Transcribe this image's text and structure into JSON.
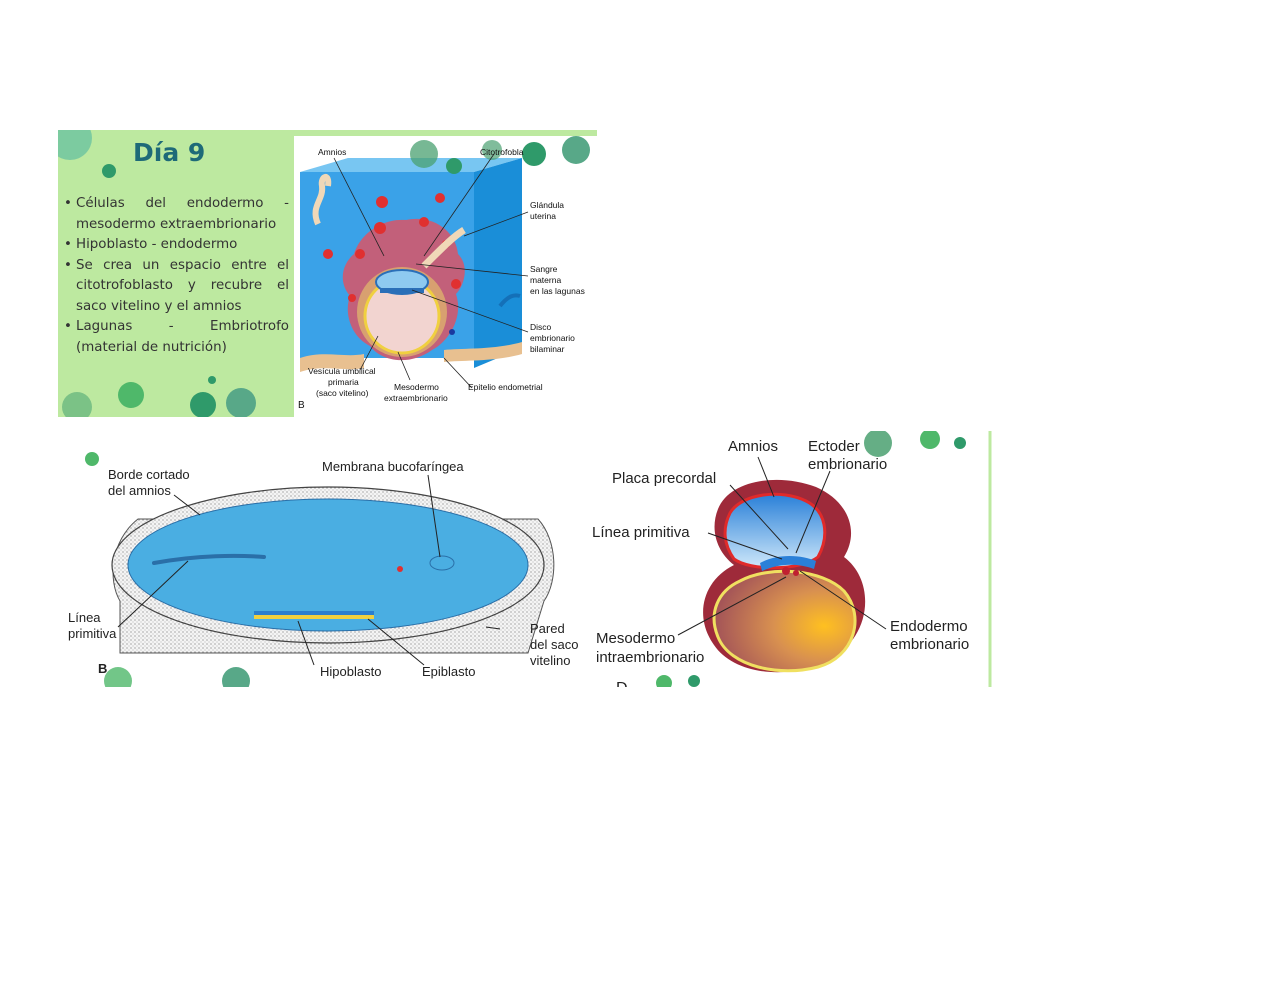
{
  "slide_top": {
    "title": "Día 9",
    "bullets": [
      "Células del endodermo - mesodermo extraembrionario",
      "Hipoblasto - endodermo",
      "Se crea un espacio entre el citotrofoblasto y recubre el saco vitelino y el amnios",
      "Lagunas - Embriotrofo (material de nutrición)"
    ],
    "figure": {
      "panel_letter": "B",
      "labels": {
        "amnios": "Amnios",
        "citotrofoblasto": "Citotrofobla",
        "glandula_1": "Glándula",
        "glandula_2": "uterina",
        "sangre_1": "Sangre",
        "sangre_2": "materna",
        "sangre_3": "en las lagunas",
        "disco_1": "Disco",
        "disco_2": "embrionario",
        "disco_3": "bilaminar",
        "vesicula_1": "Vesícula umbilical",
        "vesicula_2": "primaria",
        "vesicula_3": "(saco vitelino)",
        "mesodermo_1": "Mesodermo",
        "mesodermo_2": "extraembrionario",
        "epitelio": "Epitelio endometrial"
      }
    }
  },
  "slide_bottom_left": {
    "panel_letter": "B",
    "labels": {
      "borde_1": "Borde cortado",
      "borde_2": "del amnios",
      "membrana": "Membrana bucofaríngea",
      "linea_1": "Línea",
      "linea_2": "primitiva",
      "pared_1": "Pared",
      "pared_2": "del saco",
      "pared_3": "vitelino",
      "hipoblasto": "Hipoblasto",
      "epiblasto": "Epiblasto"
    }
  },
  "slide_bottom_right": {
    "panel_letter": "D",
    "labels": {
      "amnios": "Amnios",
      "ectodermo_1": "Ectoder",
      "ectodermo_2": "embrionario",
      "placa": "Placa precordal",
      "linea": "Línea primitiva",
      "endodermo_1": "Endodermo",
      "endodermo_2": "embrionario",
      "mesodermo_1": "Mesodermo",
      "mesodermo_2": "intraembrionario"
    }
  }
}
